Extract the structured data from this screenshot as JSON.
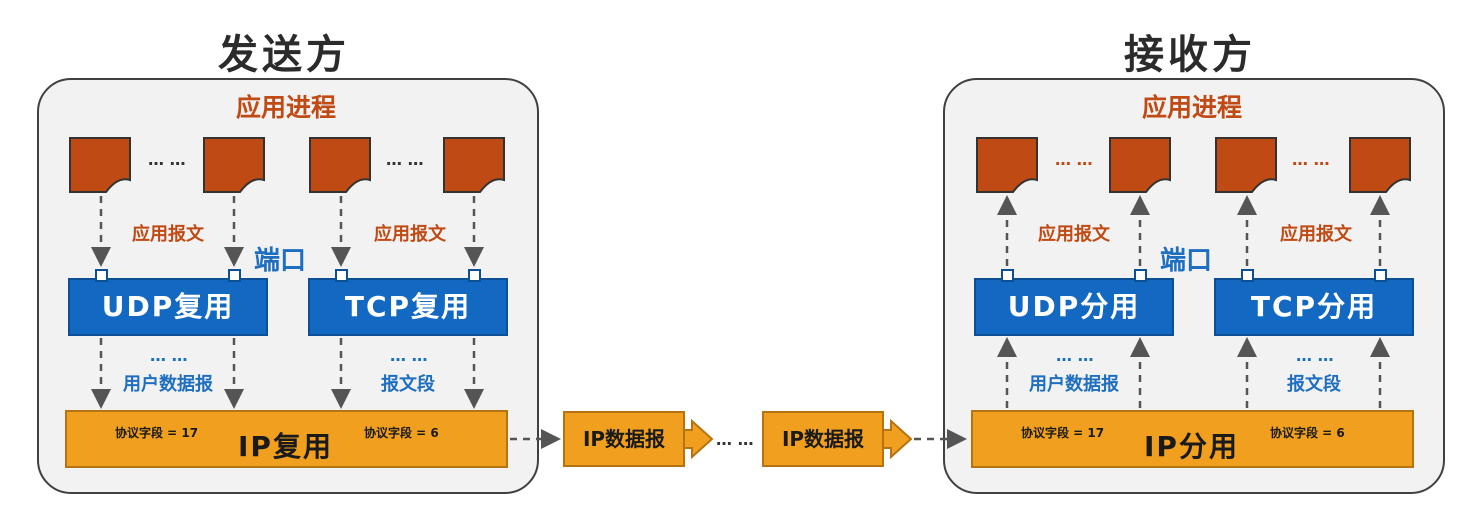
{
  "sender": {
    "title": "发送方",
    "process_label": "应用进程",
    "dots": "… …",
    "msg_label": "应用报文",
    "port_label": "端口",
    "udp_box": "UDP复用",
    "tcp_box": "TCP复用",
    "udp_data_label": "用户数据报",
    "tcp_data_label": "报文段",
    "ip_box": "IP复用",
    "proto_udp": "协议字段 = 17",
    "proto_tcp": "协议字段 = 6"
  },
  "receiver": {
    "title": "接收方",
    "process_label": "应用进程",
    "dots": "… …",
    "msg_label": "应用报文",
    "port_label": "端口",
    "udp_box": "UDP分用",
    "tcp_box": "TCP分用",
    "udp_data_label": "用户数据报",
    "tcp_data_label": "报文段",
    "ip_box": "IP分用",
    "proto_udp": "协议字段 = 17",
    "proto_tcp": "协议字段 = 6"
  },
  "transit": {
    "packet1": "IP数据报",
    "packet2": "IP数据报",
    "dots": "… …"
  },
  "colors": {
    "message_doc": "#c04a14",
    "mux_box": "#1368c1",
    "ip_box": "#f0a01e",
    "panel": "#f2f2f2"
  }
}
